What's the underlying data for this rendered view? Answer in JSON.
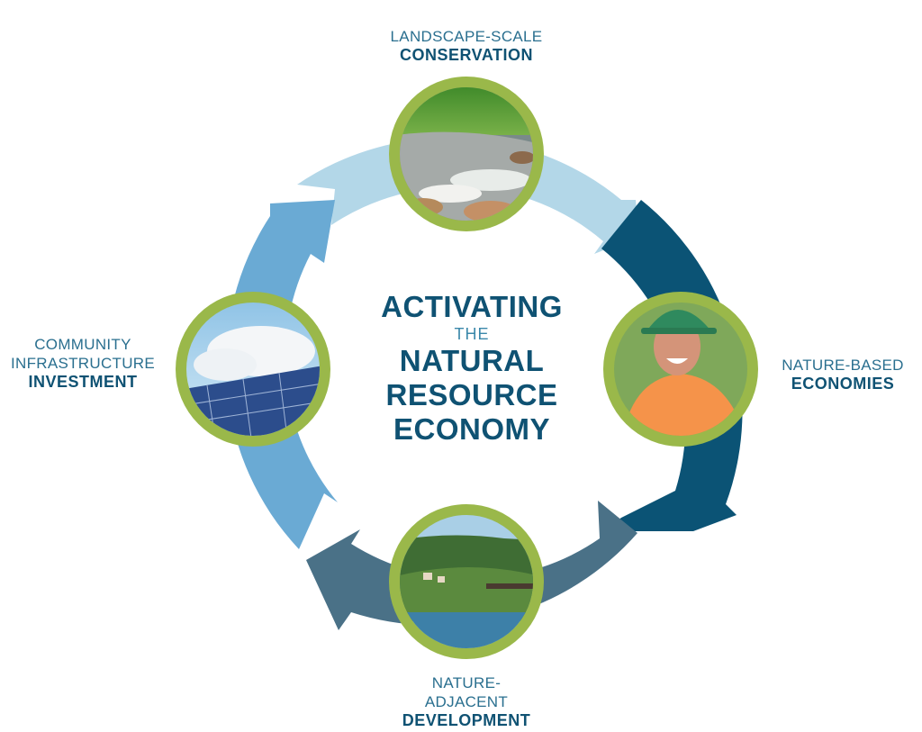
{
  "center": {
    "line1": "ACTIVATING",
    "line2": "THE",
    "line3": "NATURAL",
    "line4": "RESOURCE",
    "line5": "ECONOMY"
  },
  "nodes": [
    {
      "id": "top",
      "light": "LANDSCAPE-SCALE",
      "bold": "CONSERVATION",
      "photo": "river-rapids"
    },
    {
      "id": "right",
      "light": "NATURE-BASED",
      "bold": "ECONOMIES",
      "photo": "worker-hardhat"
    },
    {
      "id": "bottom",
      "light1": "NATURE-",
      "light2": "ADJACENT",
      "bold": "DEVELOPMENT",
      "photo": "river-town-bridge"
    },
    {
      "id": "left",
      "light1": "COMMUNITY",
      "light2": "INFRASTRUCTURE",
      "bold": "INVESTMENT",
      "photo": "solar-panels"
    }
  ],
  "colors": {
    "arrow_top": "#b3d7e8",
    "arrow_right": "#0b5375",
    "arrow_bottom": "#4a7187",
    "arrow_left": "#6aaad4",
    "ring": "#9ab84a",
    "title": "#0f5273"
  }
}
